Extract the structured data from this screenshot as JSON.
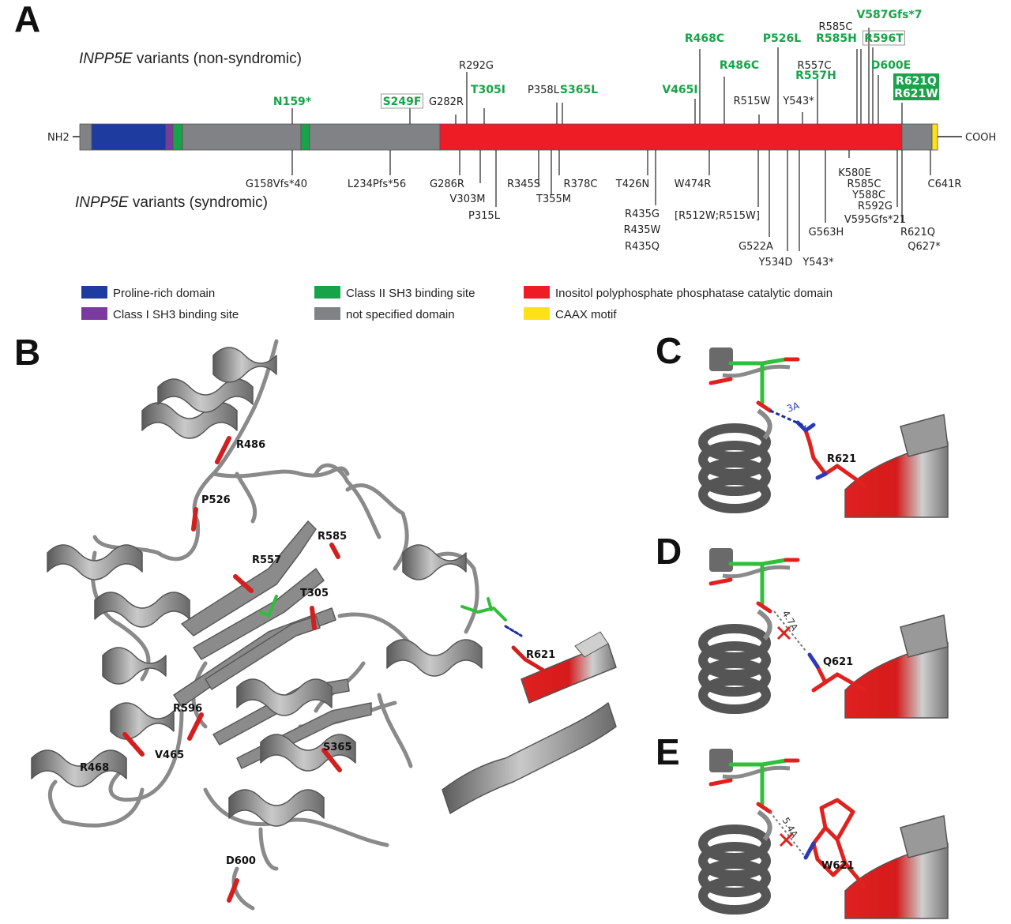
{
  "panels": {
    "a": "A",
    "b": "B",
    "c": "C",
    "d": "D",
    "e": "E"
  },
  "gene": {
    "label_prefix": "INPP5E",
    "nonsyndromic_suffix": " variants (non-syndromic)",
    "syndromic_suffix": " variants (syndromic)",
    "n_terminus": "NH2",
    "c_terminus": "COOH"
  },
  "colors": {
    "proline": "#1e3ca0",
    "sh3_class1": "#7b3aa0",
    "sh3_class2": "#16a34a",
    "unspecified": "#808285",
    "catalytic": "#ee1c25",
    "caax": "#ffe119",
    "highlight_green": "#1aa34a"
  },
  "legend": [
    {
      "label": "Proline-rich domain",
      "color": "#1e3ca0"
    },
    {
      "label": "Class I SH3 binding site",
      "color": "#7b3aa0"
    },
    {
      "label": "Class II SH3 binding site",
      "color": "#16a34a"
    },
    {
      "label": "not specified domain",
      "color": "#808285"
    },
    {
      "label": "Inositol polyphosphate phosphatase catalytic domain",
      "color": "#ee1c25"
    },
    {
      "label": "CAAX motif",
      "color": "#ffe119"
    }
  ],
  "variants_top": [
    {
      "label": "N159*",
      "style": "green"
    },
    {
      "label": "S249F",
      "style": "green-box"
    },
    {
      "label": "G282R",
      "style": "black"
    },
    {
      "label": "R292G",
      "style": "black"
    },
    {
      "label": "T305I",
      "style": "green"
    },
    {
      "label": "P358L",
      "style": "black"
    },
    {
      "label": "S365L",
      "style": "green"
    },
    {
      "label": "V465I",
      "style": "green"
    },
    {
      "label": "R468C",
      "style": "green"
    },
    {
      "label": "R486C",
      "style": "green"
    },
    {
      "label": "R515W",
      "style": "black"
    },
    {
      "label": "P526L",
      "style": "green"
    },
    {
      "label": "Y543*",
      "style": "black"
    },
    {
      "label": "R557C",
      "style": "black"
    },
    {
      "label": "R557H",
      "style": "green"
    },
    {
      "label": "R585C",
      "style": "black"
    },
    {
      "label": "R585H",
      "style": "green"
    },
    {
      "label": "V587Gfs*7",
      "style": "green"
    },
    {
      "label": "R596T",
      "style": "green-box"
    },
    {
      "label": "D600E",
      "style": "green"
    },
    {
      "label": "R621Q",
      "style": "green-fill"
    },
    {
      "label": "R621W",
      "style": "green-fill"
    }
  ],
  "variants_bottom": [
    "G158Vfs*40",
    "L234Pfs*56",
    "G286R",
    "V303M",
    "P315L",
    "R345S",
    "T355M",
    "R378C",
    "T426N",
    "R435G",
    "R435W",
    "R435Q",
    "W474R",
    "[R512W;R515W]",
    "G522A",
    "Y534D",
    "Y543*",
    "G563H",
    "K580E",
    "R585C",
    "Y588C",
    "R592G",
    "V595Gfs*21",
    "R621Q",
    "Q627*",
    "C641R"
  ],
  "structure_labels": [
    "R486",
    "P526",
    "R585",
    "R557",
    "T305",
    "R621",
    "R596",
    "V465",
    "R468",
    "S365",
    "D600"
  ],
  "detail_panels": [
    {
      "distance": "3A",
      "residue": "R621"
    },
    {
      "distance": "4.7A",
      "residue": "Q621"
    },
    {
      "distance": "5.4A",
      "residue": "W621"
    }
  ]
}
